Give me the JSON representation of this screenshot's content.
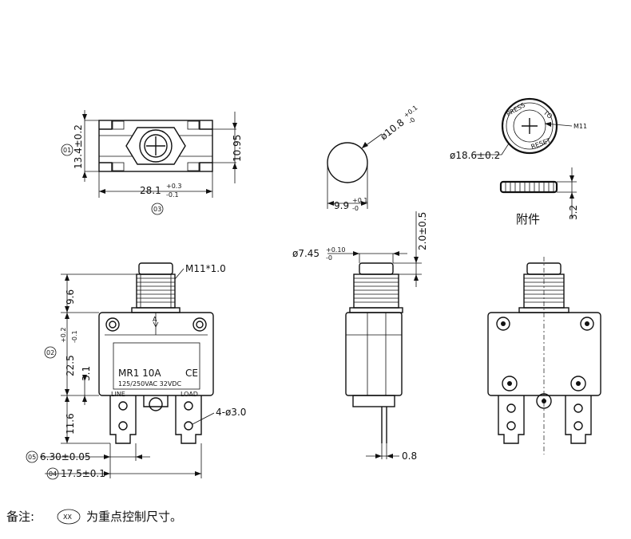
{
  "dims": {
    "top_height": "13.4±0.2",
    "top_height_marker": "01",
    "top_inner": "10.95",
    "top_width_base": "28.1",
    "top_width_tol_up": "+0.3",
    "top_width_tol_dn": "-0.1",
    "top_width_marker": "03",
    "button_dia": "ø10.8",
    "button_dia_tol_up": "+0.1",
    "button_dia_tol_dn": "-0",
    "button_depth": "9.9",
    "button_depth_tol_up": "+0.1",
    "button_depth_tol_dn": "-0",
    "cap_dia": "ø18.6±0.2",
    "cap_thread": "M11",
    "cap_text_press": "PRESS",
    "cap_text_to": "TO",
    "cap_text_reset": "RESET",
    "cap_thickness": "3.2",
    "thread_spec": "M11*1.0",
    "stem_height": "9.6",
    "body_height": "22.5",
    "body_height_tol_up": "+0.2",
    "body_height_tol_dn": "-0.1",
    "body_height_marker": "02",
    "inner_offset": "3.1",
    "terminal_length": "11.6",
    "terminal_width": "6.30±0.05",
    "terminal_width_marker": "05",
    "terminal_pitch": "17.5±0.1",
    "terminal_pitch_marker": "04",
    "hole_spec": "4-ø3.0",
    "side_dia": "ø7.45",
    "side_dia_tol_up": "+0.10",
    "side_dia_tol_dn": "-0",
    "side_height": "2.0±0.5",
    "side_thickness": "0.8"
  },
  "labels": {
    "accessory": "附件",
    "model": "MR1 10A",
    "rating": "125/250VAC 32VDC",
    "ce": "CE",
    "line": "LINE",
    "load": "LOAD",
    "arrow_mark": "A"
  },
  "note": {
    "prefix": "备注:",
    "marker": "XX",
    "text": "为重点控制尺寸。"
  }
}
